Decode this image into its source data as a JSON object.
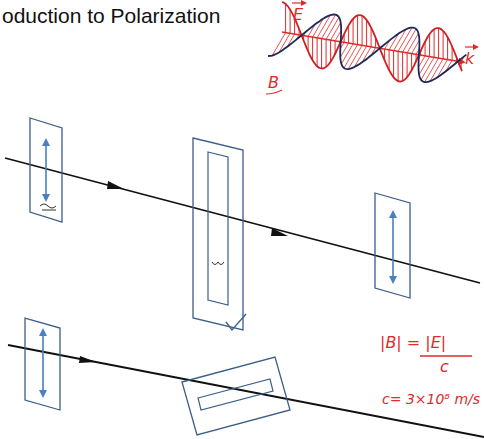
{
  "diagram": {
    "title": "oduction to Polarization",
    "labels": [
      "E",
      "k",
      "B",
      "|B| = |E|",
      "c",
      "c= 3×10⁸ m/s"
    ]
  }
}
